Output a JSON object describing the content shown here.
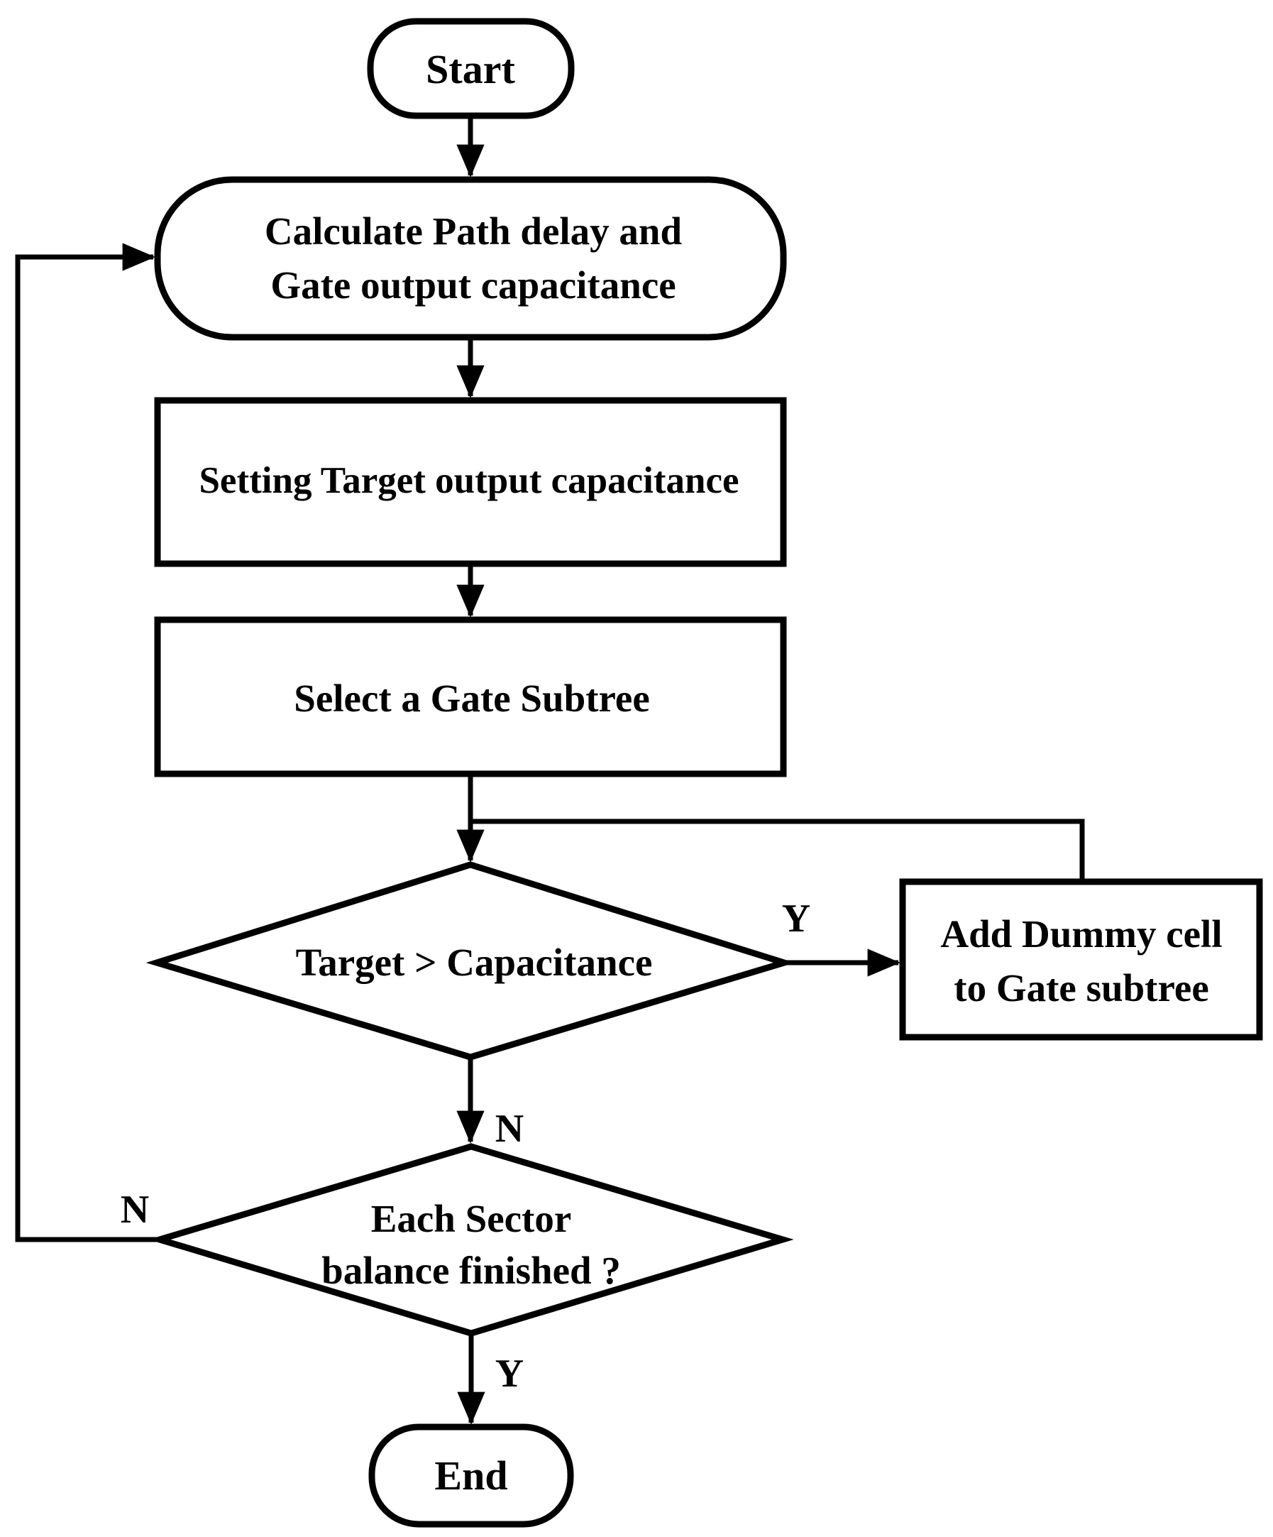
{
  "flowchart": {
    "description": "Dummy-cell insertion / sector balance flow chart",
    "colors": {
      "stroke": "#000000",
      "fill": "#ffffff",
      "text": "#000000"
    },
    "nodes": {
      "start": {
        "type": "terminator",
        "label": "Start"
      },
      "calculate": {
        "type": "rounded-process",
        "line1": "Calculate Path delay and",
        "line2": "Gate output capacitance"
      },
      "setting": {
        "type": "process",
        "label": "Setting Target output capacitance"
      },
      "select": {
        "type": "process",
        "label": "Select a Gate Subtree"
      },
      "target_check": {
        "type": "decision",
        "label": "Target > Capacitance"
      },
      "add_dummy": {
        "type": "process",
        "line1": "Add Dummy cell",
        "line2": "to Gate subtree"
      },
      "sector_check": {
        "type": "decision",
        "line1": "Each Sector",
        "line2": "balance finished ?"
      },
      "end": {
        "type": "terminator",
        "label": "End"
      }
    },
    "branch_labels": {
      "target_yes": "Y",
      "target_no": "N",
      "sector_no": "N",
      "sector_yes": "Y"
    }
  }
}
